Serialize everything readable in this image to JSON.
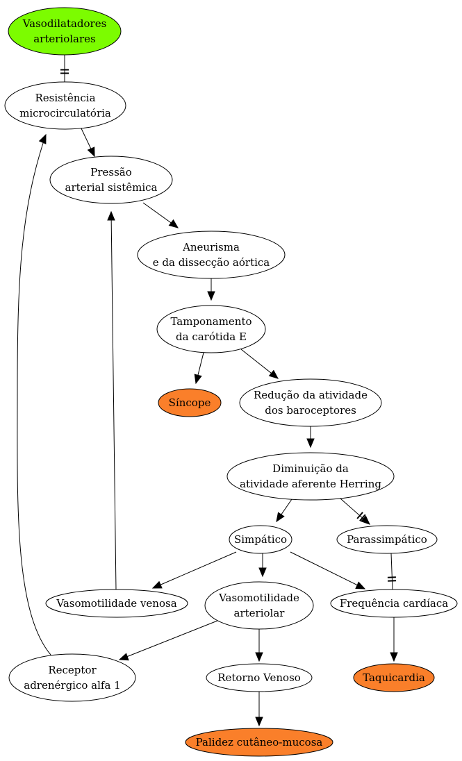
{
  "colors": {
    "green": "#7cfc00",
    "orange": "#fa7f2a",
    "white": "#ffffff"
  },
  "nodes": {
    "vasodilatadores": {
      "lines": [
        "Vasodilatadores",
        "arteriolares"
      ],
      "fill": "green"
    },
    "resistencia": {
      "lines": [
        "Resistência",
        "microcirculatória"
      ],
      "fill": "white"
    },
    "pressao": {
      "lines": [
        "Pressão",
        "arterial sistêmica"
      ],
      "fill": "white"
    },
    "aneurisma": {
      "lines": [
        "Aneurisma",
        "e da dissecção aórtica"
      ],
      "fill": "white"
    },
    "tamponamento": {
      "lines": [
        "Tamponamento",
        "da carótida E"
      ],
      "fill": "white"
    },
    "sincope": {
      "lines": [
        "Síncope"
      ],
      "fill": "orange"
    },
    "reducao": {
      "lines": [
        "Redução da atividade",
        "dos baroceptores"
      ],
      "fill": "white"
    },
    "diminuicao": {
      "lines": [
        "Diminuição da",
        "atividade aferente Herring"
      ],
      "fill": "white"
    },
    "simpatico": {
      "lines": [
        "Simpático"
      ],
      "fill": "white"
    },
    "parassimpatico": {
      "lines": [
        "Parassimpático"
      ],
      "fill": "white"
    },
    "vaso_venosa": {
      "lines": [
        "Vasomotilidade venosa"
      ],
      "fill": "white"
    },
    "vaso_arteriolar": {
      "lines": [
        "Vasomotilidade",
        "arteriolar"
      ],
      "fill": "white"
    },
    "frequencia": {
      "lines": [
        "Frequência cardíaca"
      ],
      "fill": "white"
    },
    "receptor": {
      "lines": [
        "Receptor",
        "adrenérgico alfa 1"
      ],
      "fill": "white"
    },
    "retorno": {
      "lines": [
        "Retorno Venoso"
      ],
      "fill": "white"
    },
    "taquicardia": {
      "lines": [
        "Taquicardia"
      ],
      "fill": "orange"
    },
    "palidez": {
      "lines": [
        "Palidez cutâneo-mucosa"
      ],
      "fill": "orange"
    }
  },
  "edges": [
    {
      "from": "vasodilatadores",
      "to": "resistencia",
      "type": "inhibit"
    },
    {
      "from": "resistencia",
      "to": "pressao",
      "type": "arrow"
    },
    {
      "from": "pressao",
      "to": "aneurisma",
      "type": "arrow"
    },
    {
      "from": "aneurisma",
      "to": "tamponamento",
      "type": "arrow"
    },
    {
      "from": "tamponamento",
      "to": "sincope",
      "type": "arrow"
    },
    {
      "from": "tamponamento",
      "to": "reducao",
      "type": "arrow"
    },
    {
      "from": "reducao",
      "to": "diminuicao",
      "type": "arrow"
    },
    {
      "from": "diminuicao",
      "to": "simpatico",
      "type": "arrow"
    },
    {
      "from": "diminuicao",
      "to": "parassimpatico",
      "type": "inhibit-arrow"
    },
    {
      "from": "simpatico",
      "to": "vaso_venosa",
      "type": "arrow"
    },
    {
      "from": "simpatico",
      "to": "vaso_arteriolar",
      "type": "arrow"
    },
    {
      "from": "simpatico",
      "to": "frequencia",
      "type": "arrow"
    },
    {
      "from": "parassimpatico",
      "to": "frequencia",
      "type": "inhibit"
    },
    {
      "from": "vaso_venosa",
      "to": "pressao",
      "type": "arrow"
    },
    {
      "from": "vaso_arteriolar",
      "to": "receptor",
      "type": "arrow"
    },
    {
      "from": "vaso_arteriolar",
      "to": "retorno",
      "type": "arrow"
    },
    {
      "from": "receptor",
      "to": "resistencia",
      "type": "arrow"
    },
    {
      "from": "frequencia",
      "to": "taquicardia",
      "type": "arrow"
    },
    {
      "from": "retorno",
      "to": "palidez",
      "type": "arrow"
    }
  ]
}
